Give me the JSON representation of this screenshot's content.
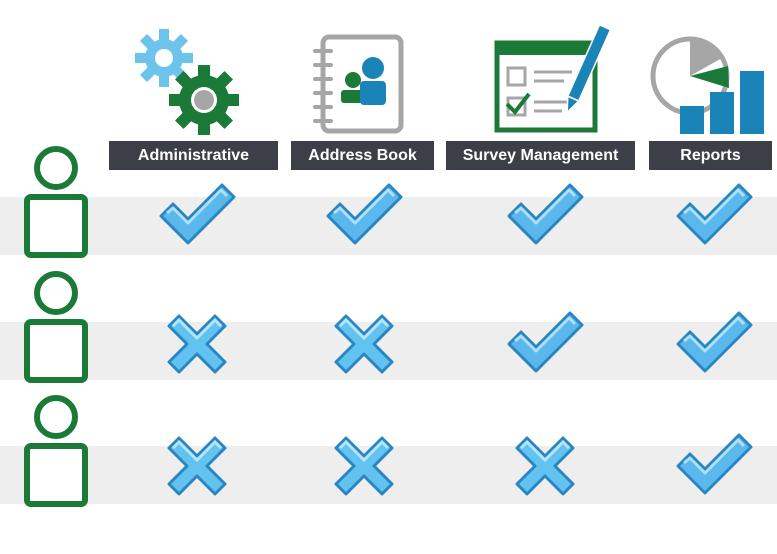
{
  "columns": [
    {
      "label": "Administrative",
      "icon": "gears-icon"
    },
    {
      "label": "Address Book",
      "icon": "address-book-icon"
    },
    {
      "label": "Survey Management",
      "icon": "survey-form-pen-icon"
    },
    {
      "label": "Reports",
      "icon": "pie-bar-chart-icon"
    }
  ],
  "rows": [
    {
      "icon": "user-icon",
      "permissions": [
        true,
        true,
        true,
        true
      ]
    },
    {
      "icon": "user-icon",
      "permissions": [
        false,
        false,
        true,
        true
      ]
    },
    {
      "icon": "user-icon",
      "permissions": [
        false,
        false,
        false,
        true
      ]
    }
  ],
  "colors": {
    "header_label_bg": "#3d3f48",
    "row_band": "#eeeeee",
    "user_icon": "#1b7a38",
    "allowed_check": "#5ab8ec",
    "denied_x": "#62c3f0",
    "icon_green": "#1b7a38",
    "icon_blue": "#1a84b8",
    "icon_gray": "#a6a6a6",
    "gear_light_blue": "#6cc3ec"
  }
}
